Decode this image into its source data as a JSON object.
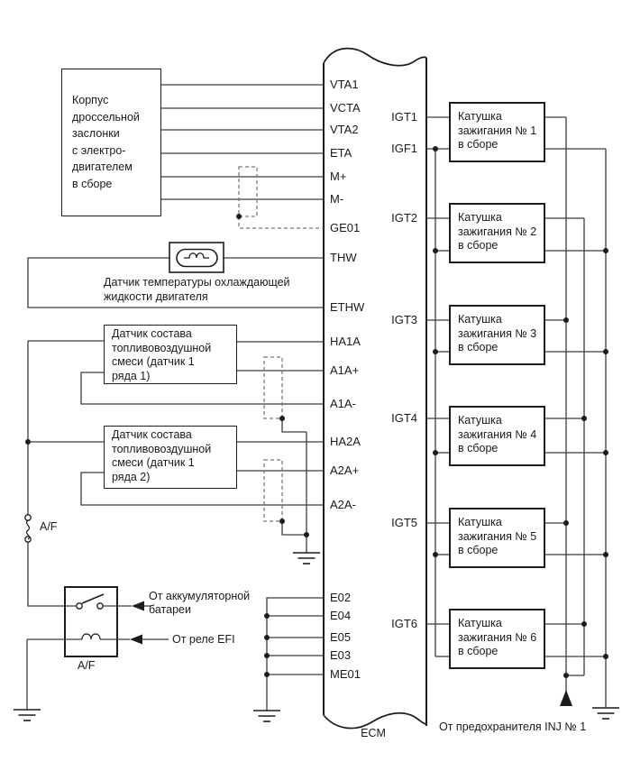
{
  "ecm": {
    "label": "ECM",
    "left_pins": [
      "VTA1",
      "VCTA",
      "VTA2",
      "ETA",
      "M+",
      "M-",
      "GE01",
      "THW",
      "ETHW",
      "HA1A",
      "A1A+",
      "A1A-",
      "HA2A",
      "A2A+",
      "A2A-",
      "E02",
      "E04",
      "E05",
      "E03",
      "ME01"
    ],
    "right_pins": [
      "IGT1",
      "IGF1",
      "IGT2",
      "IGT3",
      "IGT4",
      "IGT5",
      "IGT6"
    ]
  },
  "components": {
    "throttle_body": {
      "label": "Корпус\nдроссельной\nзаслонки\nс электро-\nдвигателем\nв сборе"
    },
    "coolant_sensor": {
      "label": "Датчик температуры охлаждающей\nжидкости двигателя"
    },
    "af_sensor_bank1": {
      "label": "Датчик состава\nтопливовоздушной\nсмеси (датчик 1\nряда 1)"
    },
    "af_sensor_bank2": {
      "label": "Датчик состава\nтопливовоздушной\nсмеси (датчик 1\nряда 2)"
    },
    "af_fuse": {
      "label": "A/F"
    },
    "af_relay": {
      "label": "A/F"
    },
    "ignition_coils": [
      {
        "label": "Катушка\nзажигания № 1\nв сборе"
      },
      {
        "label": "Катушка\nзажигания № 2\nв сборе"
      },
      {
        "label": "Катушка\nзажигания № 3\nв сборе"
      },
      {
        "label": "Катушка\nзажигания № 4\nв сборе"
      },
      {
        "label": "Катушка\nзажигания № 5\nв сборе"
      },
      {
        "label": "Катушка\nзажигания № 6\nв сборе"
      }
    ]
  },
  "annotations": {
    "from_battery": "От аккумуляторной\nбатареи",
    "from_efi_relay": "От реле EFI",
    "from_inj_fuse": "От предохранителя INJ № 1"
  },
  "colors": {
    "background": "#ffffff",
    "wire": "#3c3c3c",
    "outline": "#1c1c1c",
    "shield_dash": "#7a7a7a",
    "text": "#1a1a1a"
  }
}
